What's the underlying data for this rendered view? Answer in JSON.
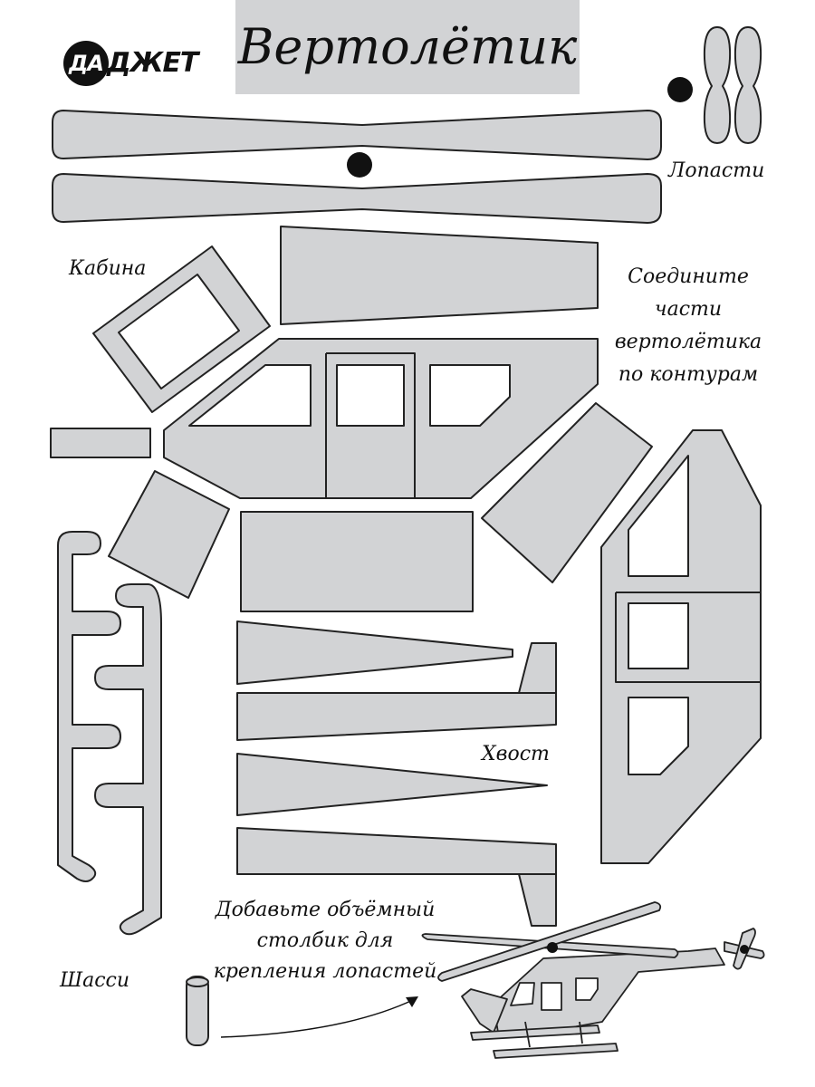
{
  "brand": {
    "logo_highlight": "ДА",
    "logo_rest": "ДЖЕТ"
  },
  "title": "Вертолётик",
  "labels": {
    "blades": "Лопасти",
    "cabin": "Кабина",
    "instructions": [
      "Соедините",
      "части",
      "вертолётика",
      "по контурам"
    ],
    "tail": "Хвост",
    "chassis": "Шасси",
    "post_hint": [
      "Добавьте объёмный",
      "столбик для",
      "крепления лопастей"
    ]
  },
  "colors": {
    "part_fill": "#d2d3d5",
    "outline": "#222222",
    "title_bg": "#d2d3d5"
  }
}
